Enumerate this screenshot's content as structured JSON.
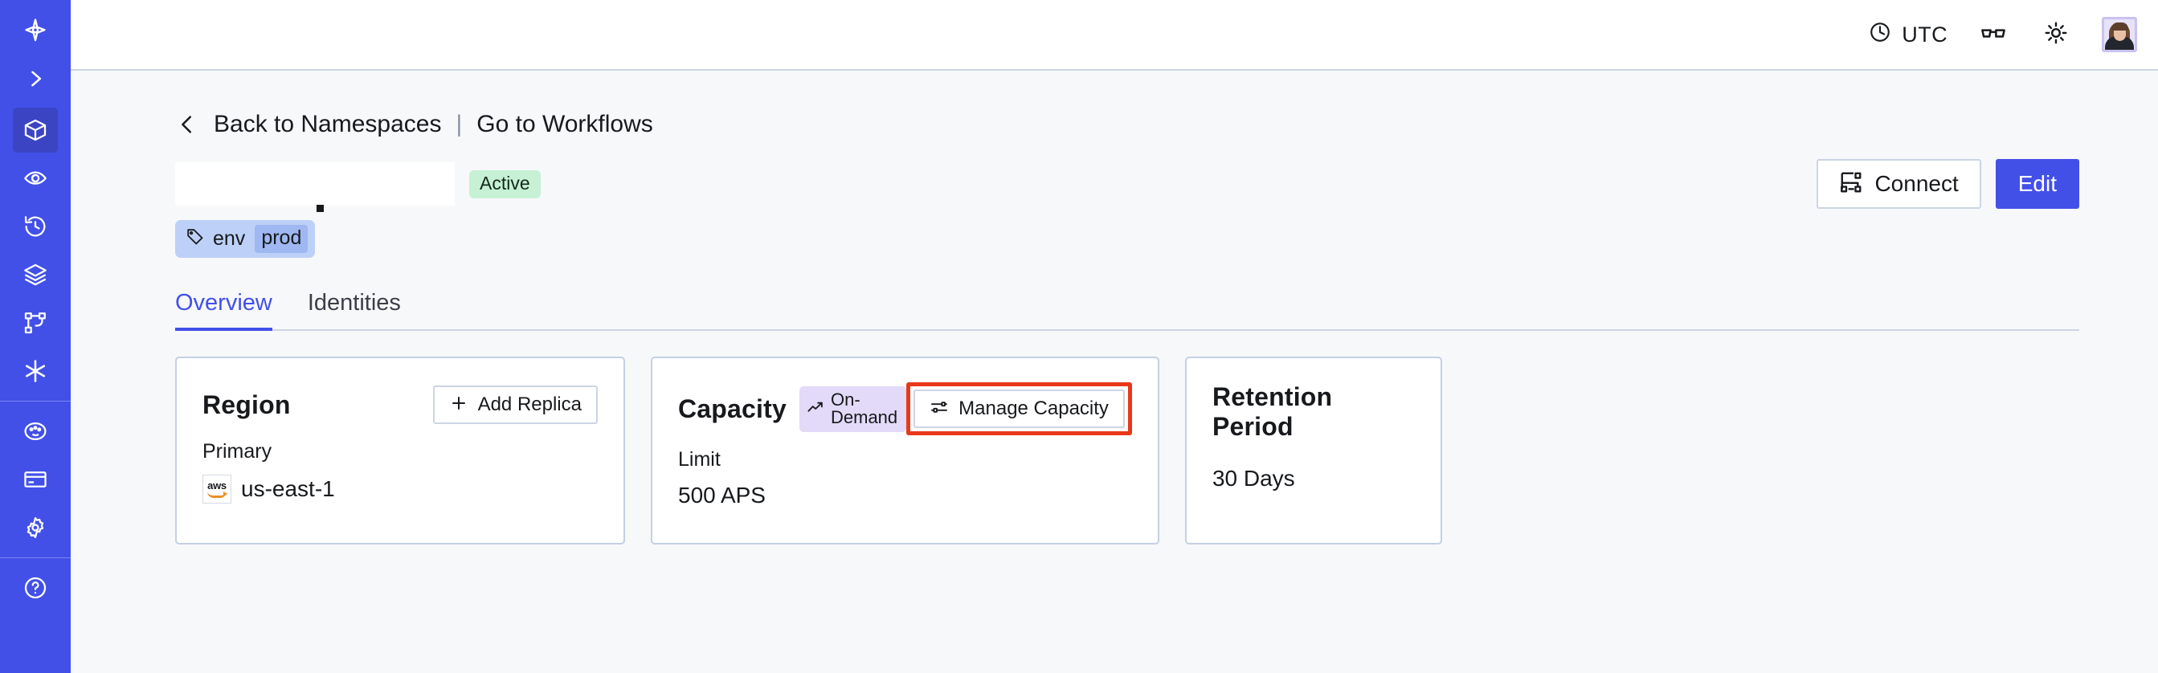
{
  "sidebar": {
    "background": "#4250e8",
    "active_background": "#3b45c4",
    "items": [
      {
        "name": "logo",
        "icon": "temporal-logo-icon",
        "active": false
      },
      {
        "name": "expand",
        "icon": "chevron-right-icon",
        "active": false
      },
      {
        "name": "namespaces",
        "icon": "cube-icon",
        "active": true
      },
      {
        "name": "observability",
        "icon": "eye-icon",
        "active": false
      },
      {
        "name": "schedules",
        "icon": "history-clock-icon",
        "active": false
      },
      {
        "name": "stack",
        "icon": "layers-icon",
        "active": false
      },
      {
        "name": "workflows",
        "icon": "node-graph-icon",
        "active": false
      },
      {
        "name": "nexus",
        "icon": "asterisk-icon",
        "active": false
      },
      {
        "name": "usage",
        "icon": "palette-icon",
        "active": false
      },
      {
        "name": "billing",
        "icon": "credit-card-icon",
        "active": false
      },
      {
        "name": "settings",
        "icon": "gear-icon",
        "active": false
      },
      {
        "name": "help",
        "icon": "help-circle-icon",
        "active": false
      }
    ]
  },
  "topbar": {
    "timezone": "UTC",
    "clock_icon": "clock-icon",
    "glasses_icon": "glasses-icon",
    "theme_icon": "sun-icon",
    "avatar_alt": "user-avatar"
  },
  "breadcrumb": {
    "back_icon": "chevron-left-icon",
    "back_label": "Back to Namespaces",
    "separator": "|",
    "forward_label": "Go to Workflows"
  },
  "header": {
    "title": "",
    "title_redacted": true,
    "status_badge": "Active",
    "status_color": "#c6f1d4",
    "connect_label": "Connect",
    "connect_icon": "workflow-connect-icon",
    "edit_label": "Edit",
    "edit_color": "#4250e8"
  },
  "tags": [
    {
      "icon": "tag-icon",
      "key": "env",
      "value": "prod"
    }
  ],
  "tabs": [
    {
      "label": "Overview",
      "active": true
    },
    {
      "label": "Identities",
      "active": false
    }
  ],
  "cards": {
    "region": {
      "title": "Region",
      "action_label": "Add Replica",
      "action_icon": "plus-icon",
      "label": "Primary",
      "provider_icon": "aws-logo-icon",
      "value": "us-east-1"
    },
    "capacity": {
      "title": "Capacity",
      "badge_label": "On-Demand",
      "badge_icon": "trending-up-icon",
      "badge_color": "#e2daf8",
      "action_label": "Manage Capacity",
      "action_icon": "sliders-icon",
      "action_highlighted": true,
      "highlight_color": "#e8381a",
      "label": "Limit",
      "value": "500 APS"
    },
    "retention": {
      "title": "Retention Period",
      "value": "30 Days"
    }
  }
}
